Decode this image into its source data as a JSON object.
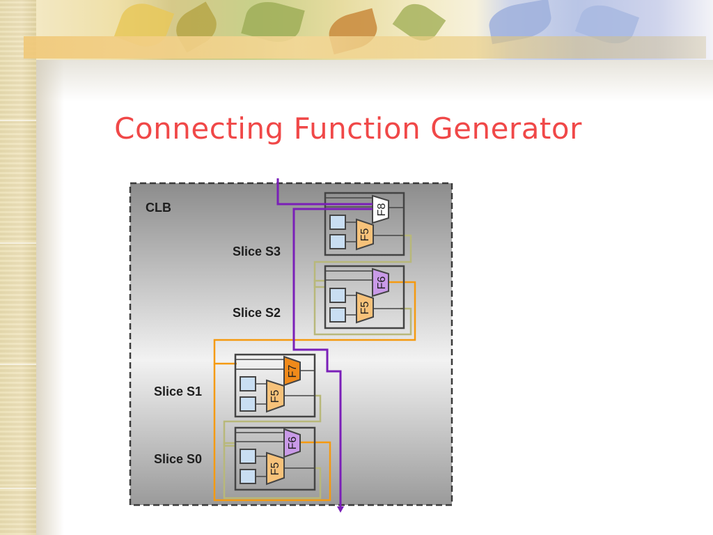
{
  "slide": {
    "title": "Connecting Function Generator"
  },
  "diagram": {
    "clb_label": "CLB",
    "slices": [
      {
        "id": "S3",
        "label": "Slice S3",
        "upper_mux": "F8",
        "lower_mux": "F5"
      },
      {
        "id": "S2",
        "label": "Slice S2",
        "upper_mux": "F6",
        "lower_mux": "F5"
      },
      {
        "id": "S1",
        "label": "Slice S1",
        "upper_mux": "F7",
        "lower_mux": "F5"
      },
      {
        "id": "S0",
        "label": "Slice S0",
        "upper_mux": "F6",
        "lower_mux": "F5"
      }
    ],
    "colors": {
      "clb_fill_top": "#8c8c8c",
      "clb_fill_mid": "#f2f2f2",
      "clb_fill_bottom": "#9a9a9a",
      "purple_wire": "#7a1fb8",
      "orange_wire": "#f59a10",
      "olive_wire": "#b8b87a",
      "f5_fill": "#f7c27a",
      "f6_fill": "#c99ae8",
      "f7_fill": "#f08a1a",
      "f8_fill": "#ffffff",
      "lut_fill": "#c9def2"
    }
  }
}
